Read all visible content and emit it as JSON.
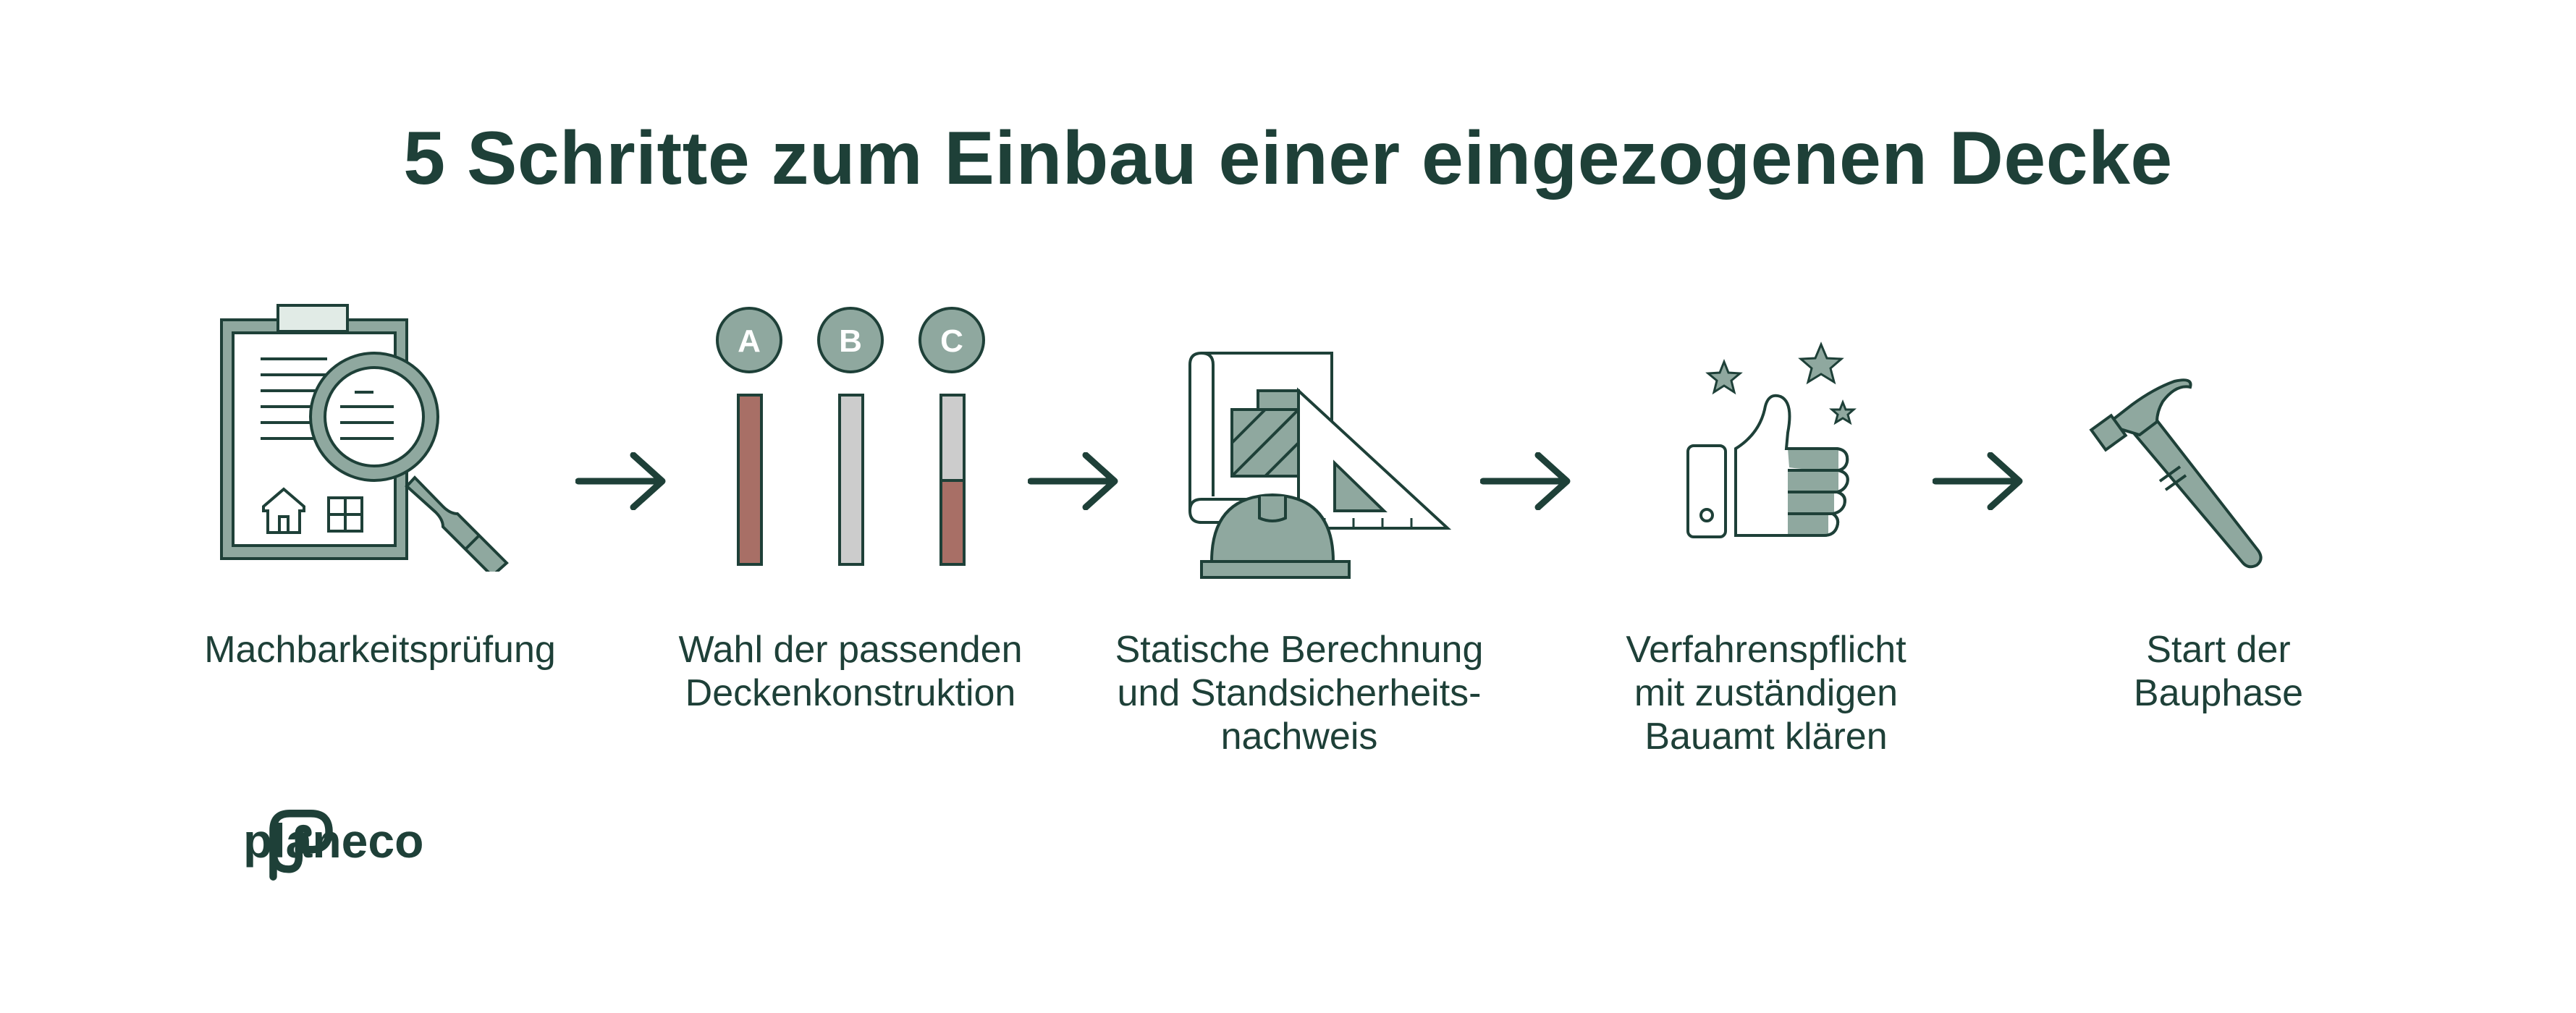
{
  "title": "5 Schritte zum Einbau einer eingezogenen Decke",
  "colors": {
    "dark_green": "#1e4038",
    "sage": "#8fa89f",
    "light_sage": "#e1ebe6",
    "brick": "#a86f66",
    "light_gray": "#cccccc"
  },
  "steps": [
    {
      "icon": "clipboard-magnifier-icon",
      "label_lines": [
        "Machbarkeitsprüfung"
      ]
    },
    {
      "icon": "abc-bars-icon",
      "letters": [
        "A",
        "B",
        "C"
      ],
      "label_lines": [
        "Wahl der passenden",
        "Deckenkonstruktion"
      ]
    },
    {
      "icon": "blueprint-helmet-icon",
      "label_lines": [
        "Statische Berechnung",
        "und Standsicherheits-",
        "nachweis"
      ]
    },
    {
      "icon": "thumbs-up-stars-icon",
      "label_lines": [
        "Verfahrenspflicht",
        "mit zuständigen",
        "Bauamt klären"
      ]
    },
    {
      "icon": "hammer-icon",
      "label_lines": [
        "Start der",
        "Bauphase"
      ]
    }
  ],
  "logo": {
    "text": "planeco",
    "icon": "planeco-logo-icon"
  }
}
